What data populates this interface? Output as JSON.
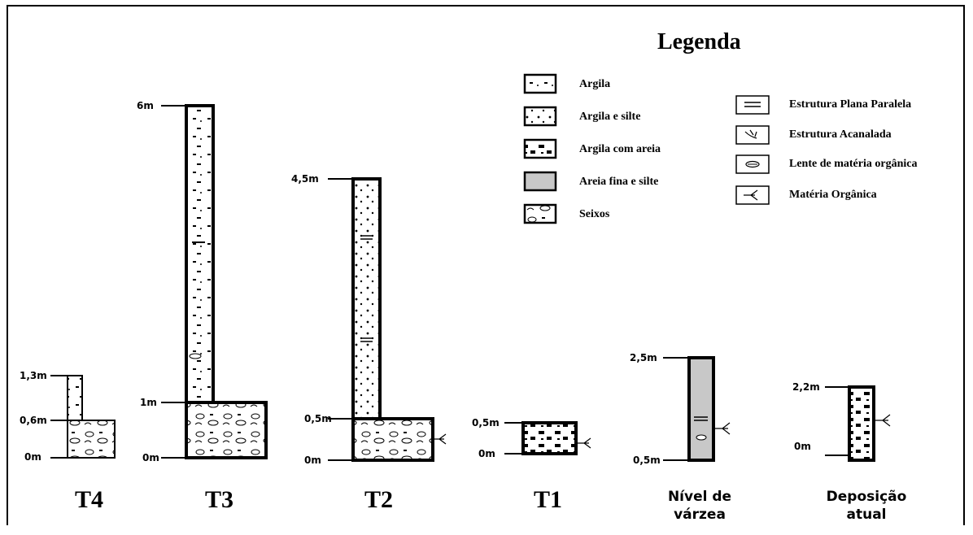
{
  "legend": {
    "title": "Legenda",
    "lithology": [
      {
        "label": "Argila"
      },
      {
        "label": "Argila e silte"
      },
      {
        "label": "Argila com areia"
      },
      {
        "label": "Areia fina e silte"
      },
      {
        "label": "Seixos"
      }
    ],
    "structures": [
      {
        "label": "Estrutura  Plana Paralela"
      },
      {
        "label": "Estrutura  Acanalada"
      },
      {
        "label": "Lente de matéria orgânica"
      },
      {
        "label": "Matéria  Orgânica"
      }
    ]
  },
  "sections": {
    "t4": {
      "name": "T4",
      "top": "1,3m",
      "mid": "0,6m",
      "base": "0m"
    },
    "t3": {
      "name": "T3",
      "top": "6m",
      "mid": "1m",
      "base": "0m"
    },
    "t2": {
      "name": "T2",
      "top": "4,5m",
      "mid": "0,5m",
      "base": "0m"
    },
    "t1": {
      "name": "T1",
      "top": "0,5m",
      "base": "0m"
    },
    "varzea": {
      "name_line1": "Nível de",
      "name_line2": "várzea",
      "top": "2,5m",
      "base": "0,5m"
    },
    "deposicao": {
      "name_line1": "Deposição",
      "name_line2": "atual",
      "top": "2,2m",
      "base": "0m"
    }
  }
}
